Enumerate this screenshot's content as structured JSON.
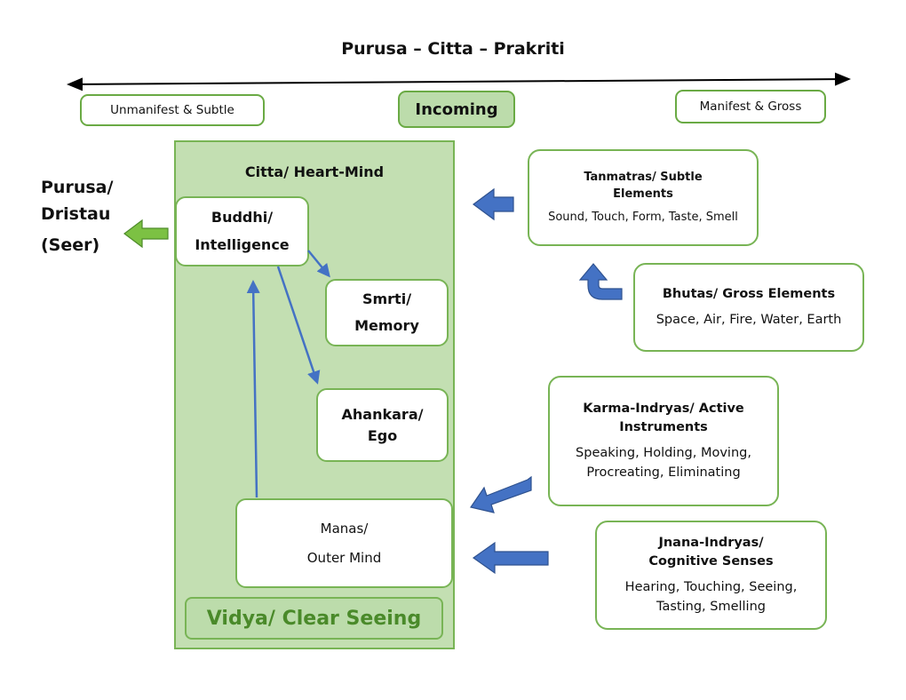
{
  "title": "Purusa – Citta – Prakriti",
  "scale": {
    "left_label": "Unmanifest & Subtle",
    "center_label": "Incoming",
    "right_label": "Manifest & Gross"
  },
  "seer": {
    "line1": "Purusa/",
    "line2": "Dristau",
    "line3": "(Seer)"
  },
  "citta": {
    "label": "Citta/ Heart-Mind",
    "buddhi": {
      "line1": "Buddhi/",
      "line2": "Intelligence"
    },
    "smrti": {
      "line1": "Smrti/",
      "line2": "Memory"
    },
    "ahankara": {
      "line1": "Ahankara/",
      "line2": "Ego"
    },
    "manas": {
      "line1": "Manas/",
      "line2": "Outer Mind"
    },
    "vidya": "Vidya/ Clear Seeing"
  },
  "sources": {
    "tanmatras": {
      "title": "Tanmatras/ Subtle Elements",
      "items": "Sound, Touch, Form, Taste, Smell"
    },
    "bhutas": {
      "title": "Bhutas/ Gross Elements",
      "items": "Space, Air, Fire, Water, Earth"
    },
    "karma": {
      "title": "Karma-Indryas/ Active Instruments",
      "items": "Speaking, Holding, Moving, Procreating, Eliminating"
    },
    "jnana": {
      "title": "Jnana-Indryas/ Cognitive Senses",
      "items": "Hearing, Touching, Seeing, Tasting, Smelling"
    }
  },
  "colors": {
    "border_green": "#78b455",
    "fill_green": "#c3dfb2",
    "arrow_blue": "#4472c4",
    "output_arrow_green": "#7cc143",
    "vidya_text": "#4a8a2a"
  }
}
